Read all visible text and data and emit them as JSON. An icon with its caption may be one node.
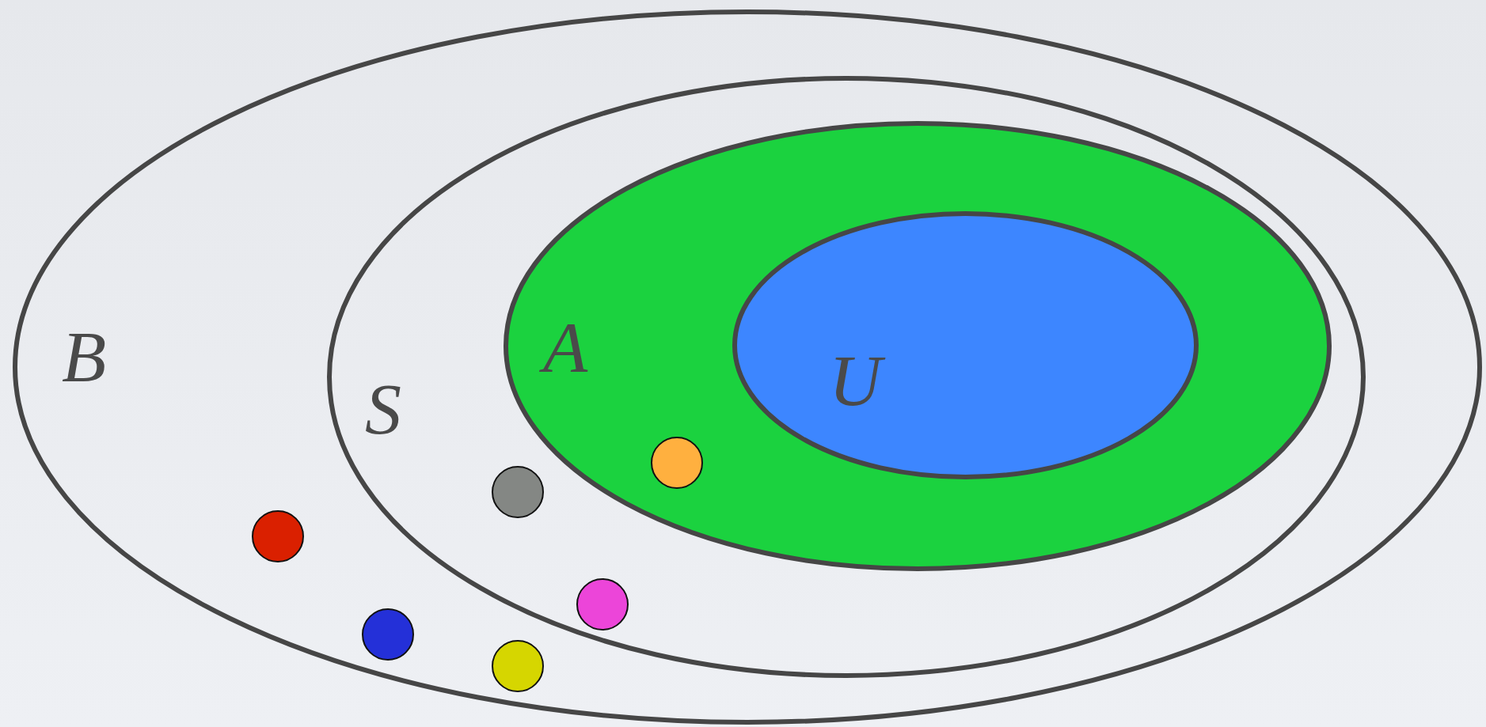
{
  "diagram": {
    "nodes": [
      {
        "text": [
          "B"
        ]
      },
      {
        "text": [
          "S"
        ],
        "in": 0
      },
      {
        "text": [
          "A"
        ],
        "in": 1
      },
      {
        "text": [
          "U"
        ],
        "in": 2
      },
      {
        "text": [],
        "shape": "circle",
        "in": 2
      },
      {
        "text": [],
        "shape": "circle",
        "in": 1
      },
      {
        "text": [],
        "shape": "circle",
        "in": 0
      },
      {
        "text": [],
        "shape": "circle",
        "in": 1
      },
      {
        "text": [],
        "shape": "circle",
        "in": 0
      },
      {
        "text": [],
        "shape": "circle",
        "in": 0
      }
    ]
  }
}
